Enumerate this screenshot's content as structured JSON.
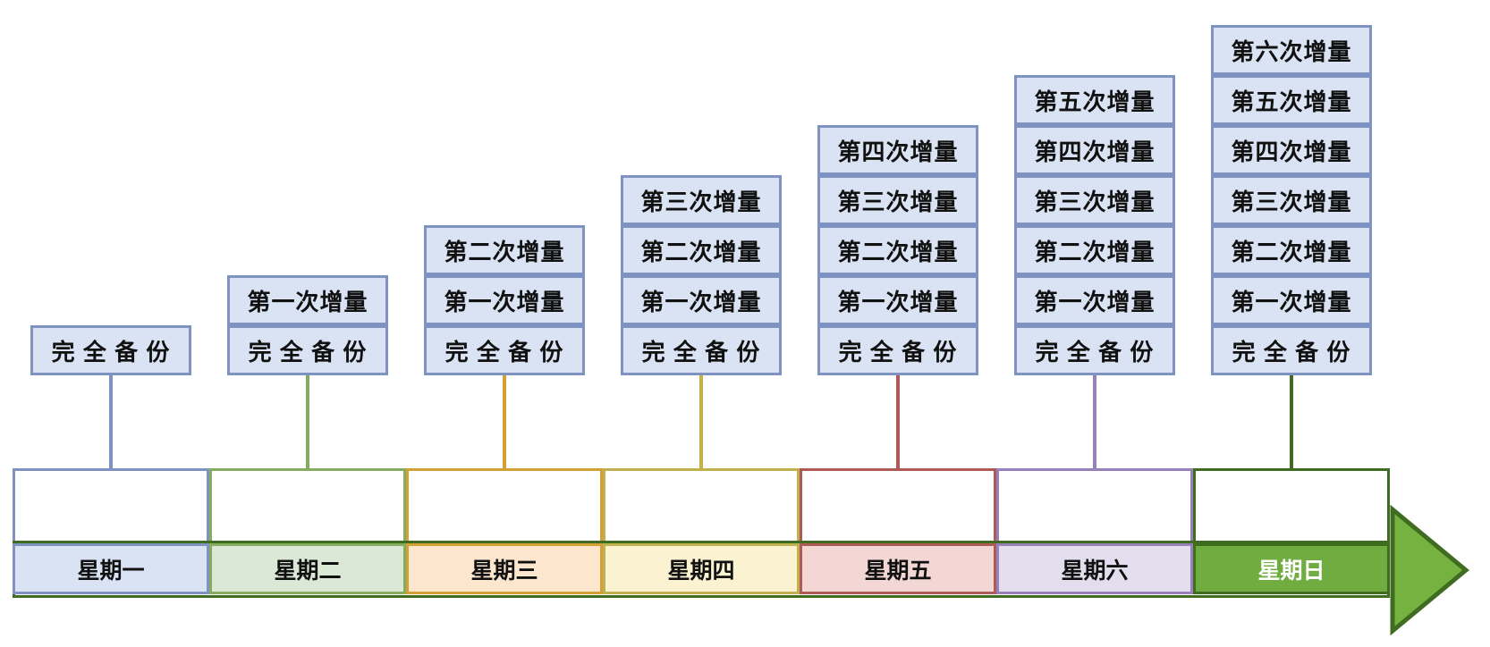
{
  "days": [
    {
      "name": "星期一",
      "stack": [
        "完 全 备 份"
      ]
    },
    {
      "name": "星期二",
      "stack": [
        "完 全 备 份",
        "第一次增量"
      ]
    },
    {
      "name": "星期三",
      "stack": [
        "完 全 备 份",
        "第一次增量",
        "第二次增量"
      ]
    },
    {
      "name": "星期四",
      "stack": [
        "完 全 备 份",
        "第一次增量",
        "第二次增量",
        "第三次增量"
      ]
    },
    {
      "name": "星期五",
      "stack": [
        "完 全 备 份",
        "第一次增量",
        "第二次增量",
        "第三次增量",
        "第四次增量"
      ]
    },
    {
      "name": "星期六",
      "stack": [
        "完 全 备 份",
        "第一次增量",
        "第二次增量",
        "第三次增量",
        "第四次增量",
        "第五次增量"
      ]
    },
    {
      "name": "星期日",
      "stack": [
        "完 全 备 份",
        "第一次增量",
        "第二次增量",
        "第三次增量",
        "第四次增量",
        "第五次增量",
        "第六次增量"
      ]
    }
  ],
  "colors": {
    "stack_box_fill": "#DAE3F3",
    "stack_box_border": "#7E93C1",
    "monday_border": "#7E93C1",
    "monday_fill": "#DAE3F3",
    "tuesday_border": "#86AC5F",
    "tuesday_fill": "#DBE8D5",
    "wednesday_border": "#D49F35",
    "wednesday_fill": "#FCE7CE",
    "thursday_border": "#C0B050",
    "thursday_fill": "#FAF2D0",
    "friday_border": "#AE5A55",
    "friday_fill": "#F2D7D4",
    "saturday_border": "#9880B8",
    "saturday_fill": "#E3DEED",
    "sunday_bar_fill": "#70AC3F",
    "sunday_text_color": "#FFFFFF",
    "arrow_outline": "#406C22",
    "arrowhead_fill": "#76B23F"
  }
}
